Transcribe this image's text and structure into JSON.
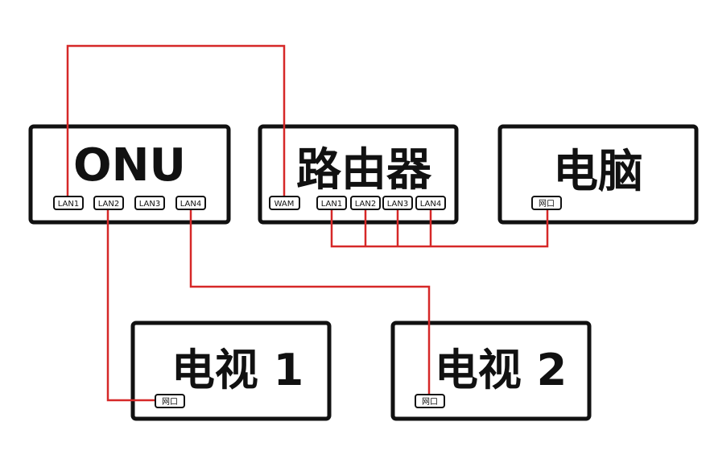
{
  "colors": {
    "wire": "#d62828",
    "box_border": "#111111",
    "background": "#ffffff"
  },
  "devices": {
    "onu": {
      "name": "ONU",
      "ports": {
        "lan1": "LAN1",
        "lan2": "LAN2",
        "lan3": "LAN3",
        "lan4": "LAN4"
      }
    },
    "router": {
      "name": "路由器",
      "ports": {
        "wan": "WAM",
        "lan1": "LAN1",
        "lan2": "LAN2",
        "lan3": "LAN3",
        "lan4": "LAN4"
      }
    },
    "pc": {
      "name": "电脑",
      "ports": {
        "net": "网口"
      }
    },
    "tv1": {
      "name": "电视 1",
      "ports": {
        "net": "网口"
      }
    },
    "tv2": {
      "name": "电视 2",
      "ports": {
        "net": "网口"
      }
    }
  }
}
